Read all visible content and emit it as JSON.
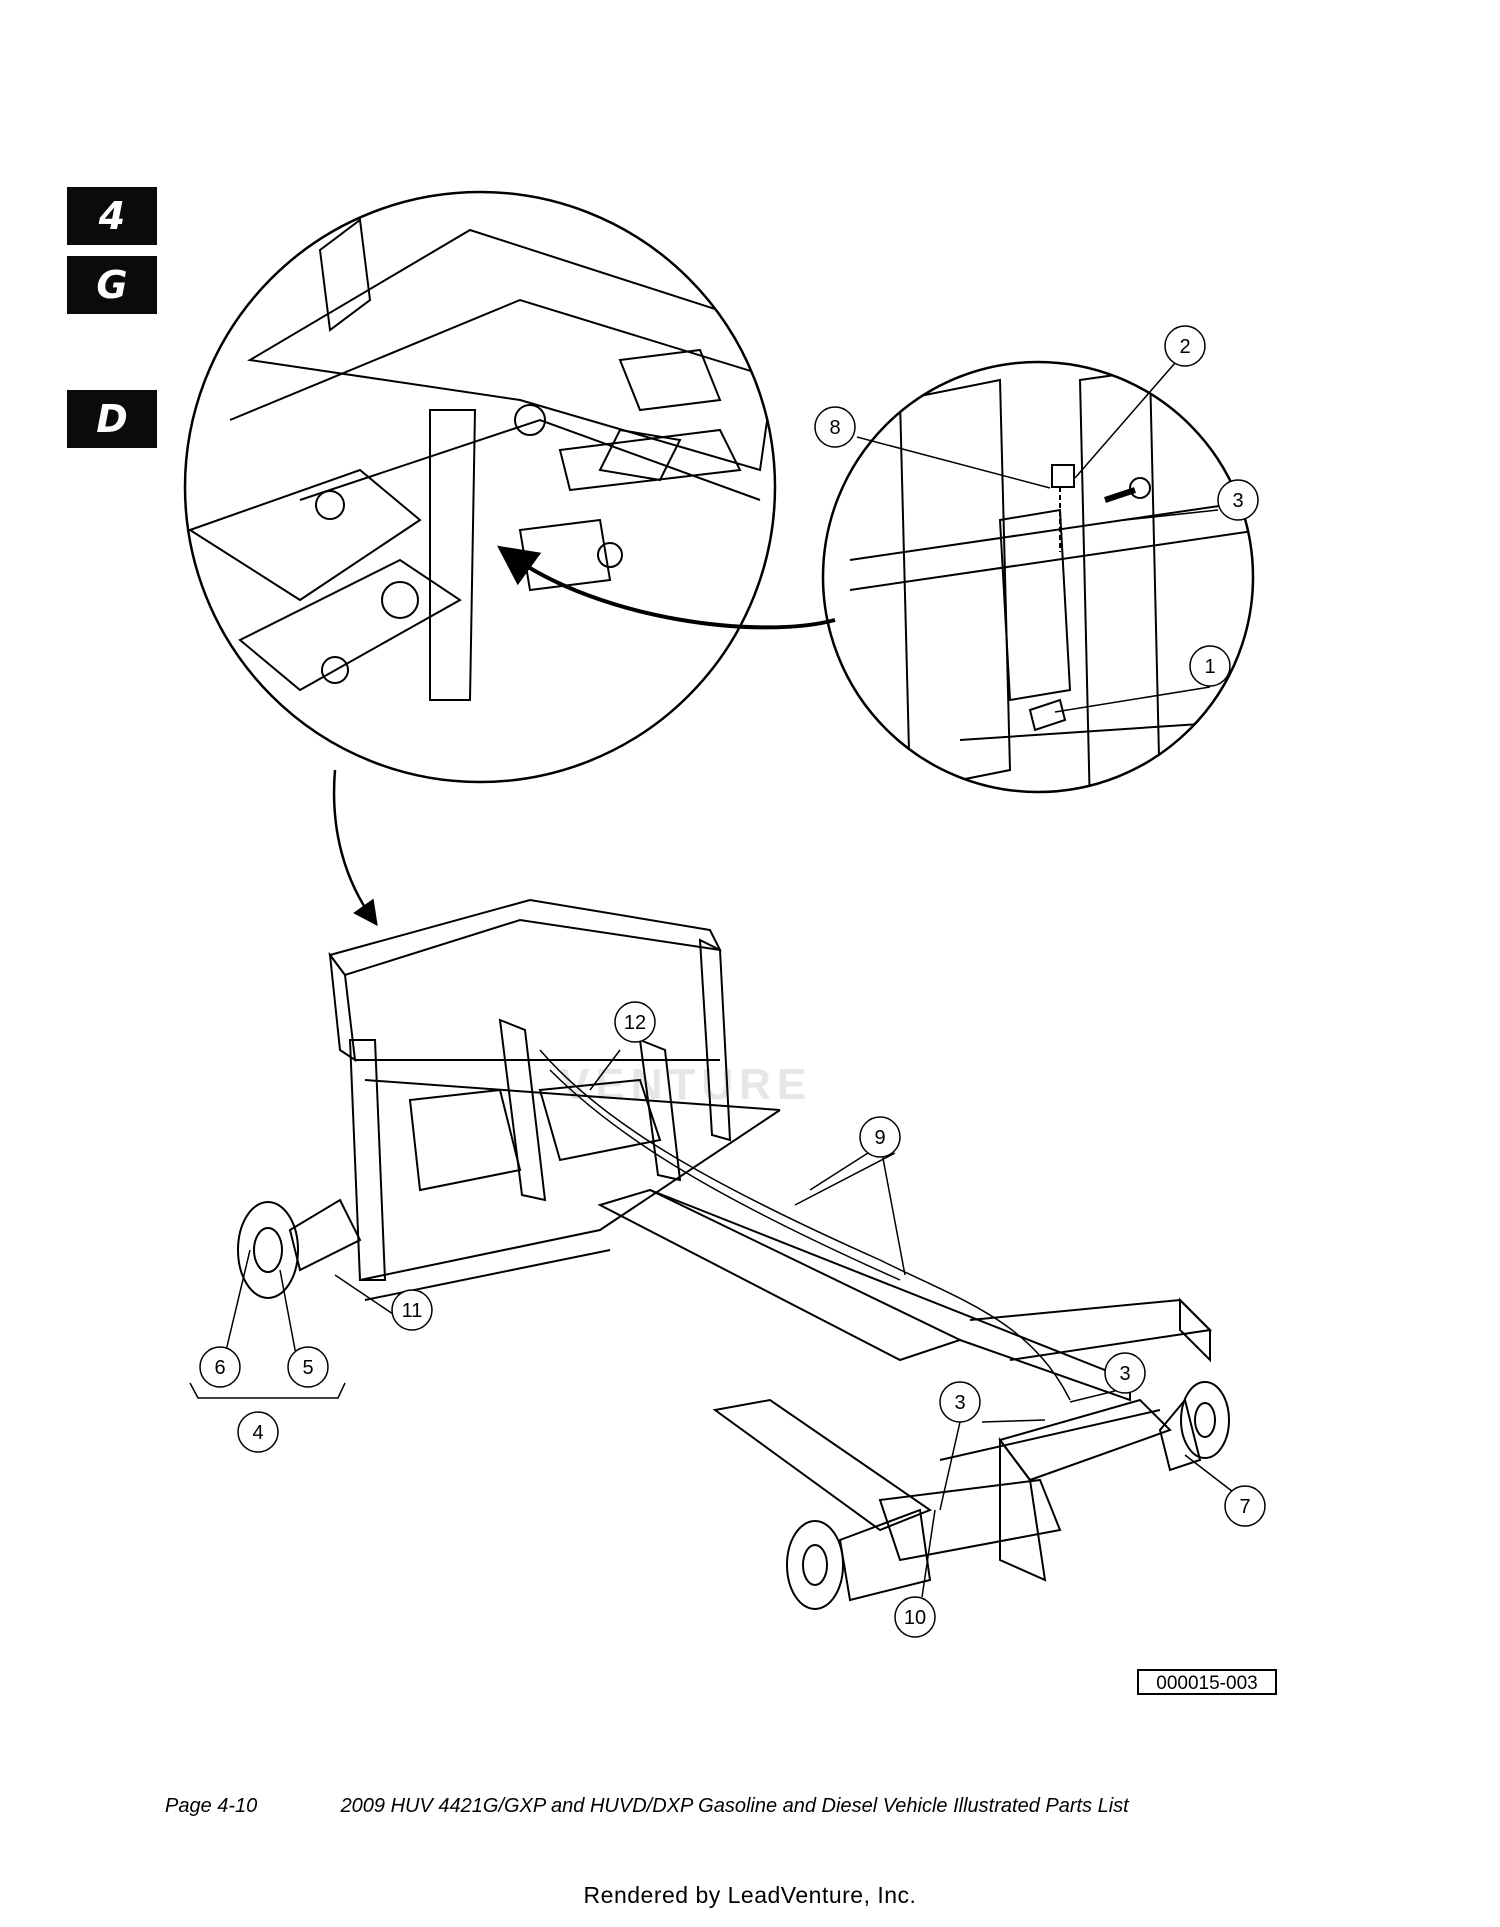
{
  "tabs": {
    "first": "4",
    "second": "G",
    "third": "D"
  },
  "callouts": {
    "c1": "1",
    "c2": "2",
    "c3a": "3",
    "c3b": "3",
    "c3c": "3",
    "c4": "4",
    "c5": "5",
    "c6": "6",
    "c7": "7",
    "c8": "8",
    "c9": "9",
    "c10": "10",
    "c11": "11",
    "c12": "12"
  },
  "drawing_number": "000015-003",
  "watermark": "VENTURE",
  "footer": {
    "page": "Page 4-10",
    "title": "2009 HUV 4421G/GXP and HUVD/DXP Gasoline and Diesel Vehicle Illustrated Parts List"
  },
  "rendered_by": "Rendered by LeadVenture, Inc."
}
